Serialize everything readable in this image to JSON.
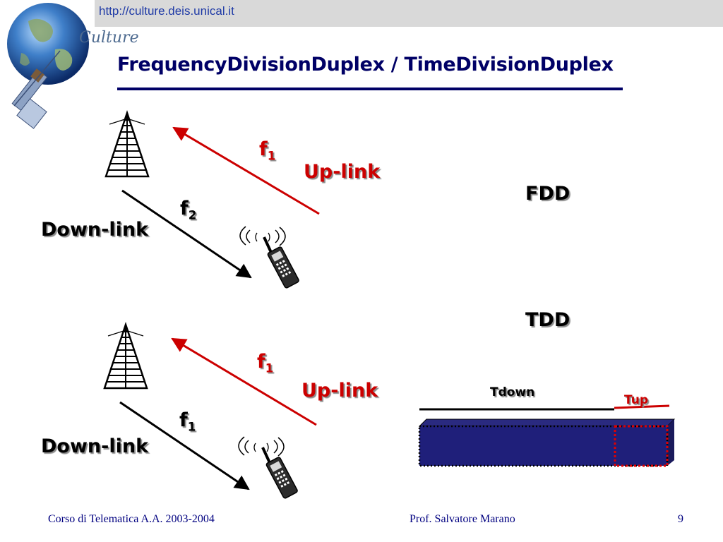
{
  "header": {
    "url": "http://culture.deis.unical.it",
    "logo_text": "Culture"
  },
  "title": "FrequencyDivisionDuplex / TimeDivisionDuplex",
  "fdd": {
    "label": "FDD",
    "uplink": {
      "label": "Up-link",
      "freq_base": "f",
      "freq_sub": "1"
    },
    "downlink": {
      "label": "Down-link",
      "freq_base": "f",
      "freq_sub": "2"
    }
  },
  "tdd": {
    "label": "TDD",
    "uplink": {
      "label": "Up-link",
      "freq_base": "f",
      "freq_sub": "1"
    },
    "downlink": {
      "label": "Down-link",
      "freq_base": "f",
      "freq_sub": "1"
    },
    "tdown_label": "Tdown",
    "tup_label": "Tup"
  },
  "colors": {
    "title": "#000066",
    "uplink": "#cc0000",
    "frame": "#1f1f7a",
    "footer": "#000080"
  },
  "footer": {
    "left": "Corso di Telematica A.A. 2003-2004",
    "center": "Prof. Salvatore Marano",
    "page": "9"
  }
}
